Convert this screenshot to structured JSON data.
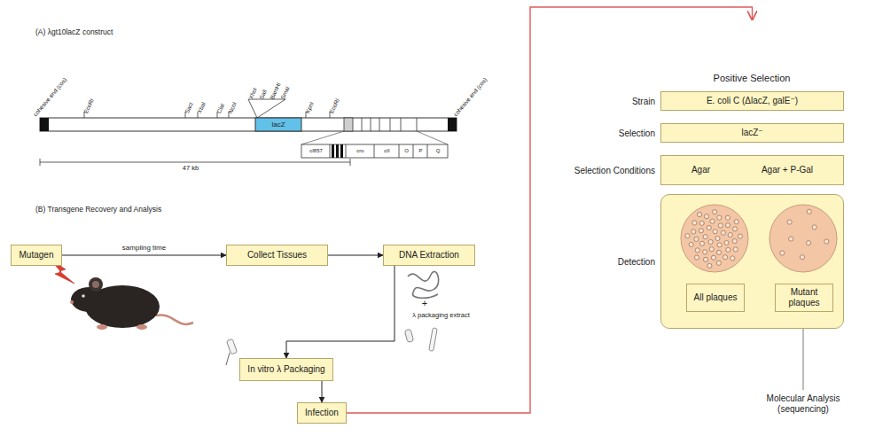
{
  "diagram": {
    "nodes": [
      {
        "text": [
          "Mutagen"
        ]
      },
      {
        "text": [
          "Collect Tissues"
        ]
      },
      {
        "text": [
          "DNA Extraction"
        ]
      },
      {
        "text": [
          "In vitro λ Packaging"
        ]
      },
      {
        "text": [
          "Infection"
        ]
      },
      {
        "text": [
          "Strain",
          "E. coli C (ΔlacZ, galE⁻)"
        ]
      },
      {
        "text": [
          "Selection",
          "lacZ⁻"
        ]
      },
      {
        "text": [
          "Selection Conditions",
          "Agar",
          "Agar + P-Gal"
        ]
      },
      {
        "text": [
          "Detection"
        ]
      },
      {
        "text": [
          "All plaques"
        ],
        "in": 8
      },
      {
        "text": [
          "Mutant plaques"
        ],
        "in": 8
      }
    ],
    "edges": [
      {
        "from": 0,
        "to": 1,
        "label": "sampling time",
        "arrow": "to"
      },
      {
        "from": 1,
        "to": 2,
        "arrow": "to"
      },
      {
        "from": 2,
        "to": 3,
        "arrow": "to"
      },
      {
        "from": 3,
        "to": 4,
        "arrow": "to"
      },
      {
        "from": 4,
        "to": 5,
        "arrow": "to"
      }
    ],
    "labels": [
      "(A) λgt10lacZ construct",
      "cohesive end (cos)",
      "EcoRI",
      "SacI",
      "XbaI",
      "ClaI",
      "NcoI",
      "XhoI",
      "SalI",
      "BamHI",
      "SmaI",
      "KpnI",
      "EcoRI",
      "cohesive end (cos)",
      "lacZ",
      "cI857",
      "cro",
      "cII",
      "O",
      "P",
      "Q",
      "47 kb",
      "(B) Transgene Recovery and Analysis",
      "+",
      "λ packaging extract",
      "Positive Selection",
      "Molecular Analysis (sequencing)"
    ]
  }
}
